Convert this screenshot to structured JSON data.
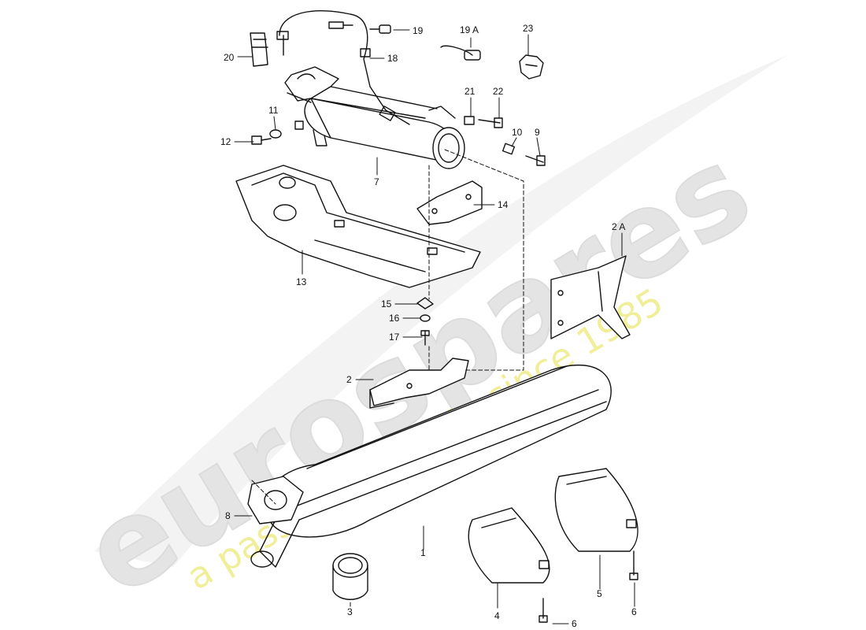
{
  "watermark": {
    "brand": "eurospares",
    "tagline": "a passion for parts since 1985",
    "brand_color": "#e4e4e4",
    "tagline_color": "#f1ee9a"
  },
  "diagram": {
    "line_color": "#111111",
    "callouts": [
      "1",
      "2",
      "2 A",
      "3",
      "4",
      "5",
      "6",
      "6",
      "7",
      "8",
      "9",
      "10",
      "11",
      "12",
      "13",
      "14",
      "15",
      "16",
      "17",
      "18",
      "19",
      "19 A",
      "20",
      "21",
      "22",
      "23"
    ]
  }
}
